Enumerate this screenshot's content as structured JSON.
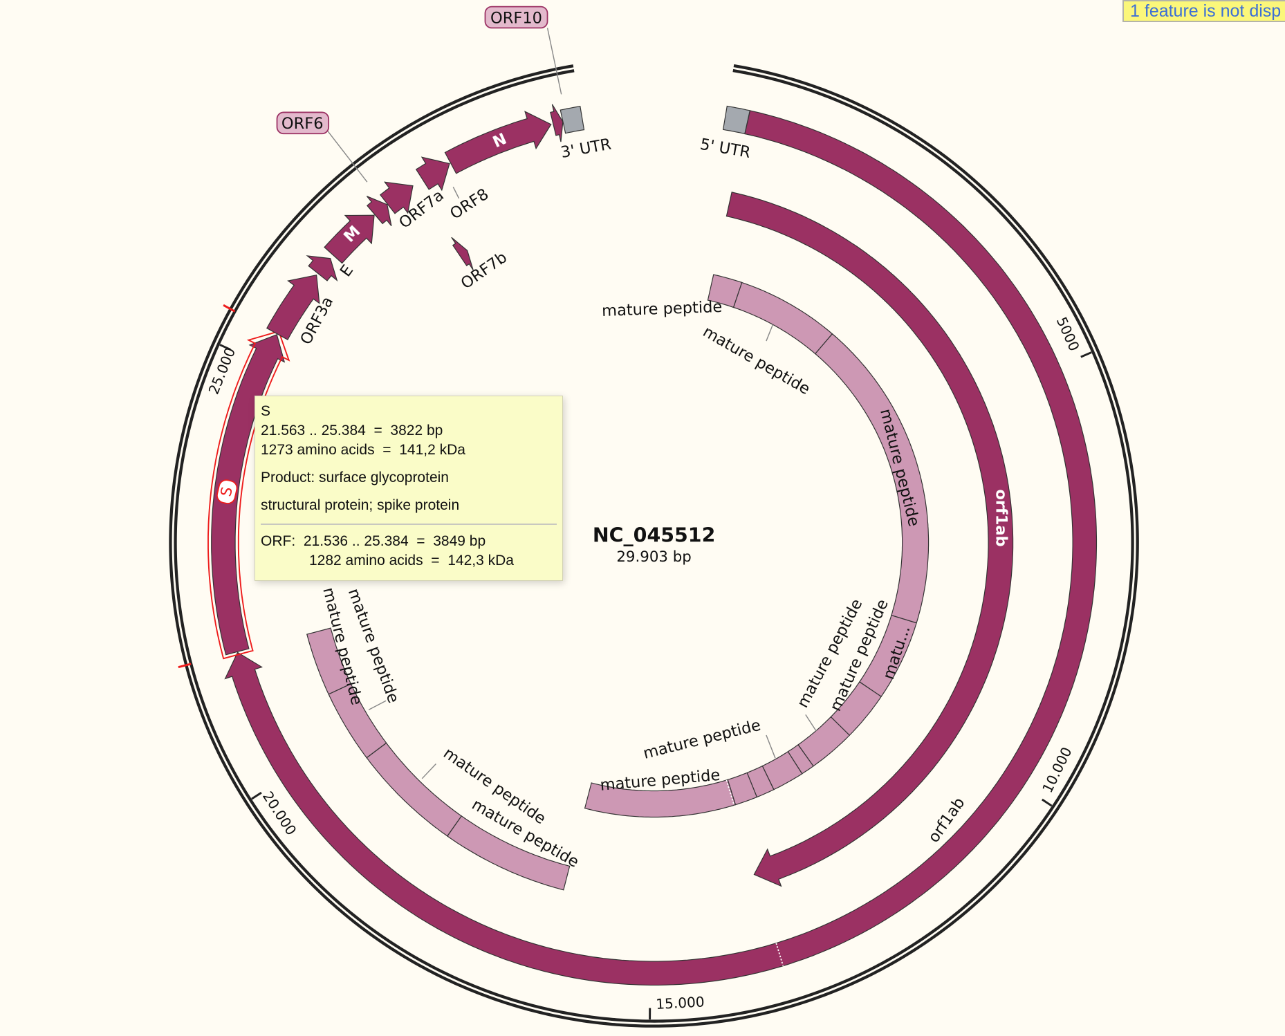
{
  "header": {
    "notice": "1 feature is not disp"
  },
  "map": {
    "name": "NC_045512",
    "length_label": "29.903 bp",
    "length": 29903
  },
  "colors": {
    "cds": "#9b3163",
    "peptide": "#cd98b4",
    "utr": "#a4a9af",
    "outline": "#333333",
    "selection": "#ee1c1c",
    "ring": "#222222",
    "callout_fill": "#e3b9cc",
    "callout_border": "#9b3163"
  },
  "ticks": [
    {
      "pos": 5000,
      "label": "5000"
    },
    {
      "pos": 10000,
      "label": "10.000"
    },
    {
      "pos": 15000,
      "label": "15.000"
    },
    {
      "pos": 20000,
      "label": "20.000"
    },
    {
      "pos": 25000,
      "label": "25.000"
    }
  ],
  "features": [
    {
      "name": "5' UTR",
      "type": "utr",
      "start": 1,
      "end": 265,
      "track": "outer"
    },
    {
      "name": "orf1ab",
      "type": "cds",
      "start": 266,
      "end": 21555,
      "track": "outer",
      "frameshift": 13468
    },
    {
      "name": "S",
      "type": "cds",
      "start": 21563,
      "end": 25384,
      "track": "outer",
      "selected": true
    },
    {
      "name": "ORF3a",
      "type": "cds",
      "start": 25393,
      "end": 26220,
      "track": "outer"
    },
    {
      "name": "E",
      "type": "cds",
      "start": 26245,
      "end": 26472,
      "track": "outer"
    },
    {
      "name": "M",
      "type": "cds",
      "start": 26523,
      "end": 27191,
      "track": "outer"
    },
    {
      "name": "ORF6",
      "type": "cds",
      "start": 27202,
      "end": 27387,
      "track": "outer"
    },
    {
      "name": "ORF7a",
      "type": "cds",
      "start": 27394,
      "end": 27759,
      "track": "outer"
    },
    {
      "name": "ORF8",
      "type": "cds",
      "start": 27894,
      "end": 28259,
      "track": "outer"
    },
    {
      "name": "N",
      "type": "cds",
      "start": 28274,
      "end": 29533,
      "track": "outer"
    },
    {
      "name": "ORF10",
      "type": "cds",
      "start": 29558,
      "end": 29674,
      "track": "outer"
    },
    {
      "name": "3' UTR",
      "type": "utr",
      "start": 29675,
      "end": 29903,
      "track": "outer"
    },
    {
      "name": "orf1ab",
      "type": "cds",
      "start": 266,
      "end": 13483,
      "track": "middle"
    },
    {
      "name": "ORF7b",
      "type": "cds",
      "start": 27756,
      "end": 27887,
      "track": "middle"
    }
  ],
  "peptides": {
    "label": "mature peptide",
    "label_truncated": "matu...",
    "items": [
      {
        "start": 266,
        "end": 805,
        "track": "inner"
      },
      {
        "start": 806,
        "end": 2719,
        "track": "inner"
      },
      {
        "start": 2720,
        "end": 8554,
        "track": "inner"
      },
      {
        "start": 8555,
        "end": 10054,
        "track": "inner"
      },
      {
        "start": 10055,
        "end": 10972,
        "track": "inner"
      },
      {
        "start": 10973,
        "end": 11842,
        "track": "inner"
      },
      {
        "start": 11843,
        "end": 12091,
        "track": "inner"
      },
      {
        "start": 12092,
        "end": 12685,
        "track": "inner"
      },
      {
        "start": 12686,
        "end": 13024,
        "track": "inner"
      },
      {
        "start": 13025,
        "end": 13441,
        "track": "inner"
      },
      {
        "start": 13442,
        "end": 16236,
        "track": "inner",
        "frameshift": 13468
      },
      {
        "start": 16237,
        "end": 18039,
        "track": "middle"
      },
      {
        "start": 18040,
        "end": 19620,
        "track": "middle"
      },
      {
        "start": 19621,
        "end": 20658,
        "track": "middle"
      },
      {
        "start": 20659,
        "end": 21552,
        "track": "middle"
      }
    ]
  },
  "tooltip": {
    "title": "S",
    "range": "21.563 .. 25.384  =  3822 bp",
    "protein": "1273 amino acids  =  141,2 kDa",
    "product": "Product: surface glycoprotein",
    "note": "structural protein; spike protein",
    "orf_range": "ORF:  21.536 .. 25.384  =  3849 bp",
    "orf_protein": "1282 amino acids  =  142,3 kDa"
  }
}
